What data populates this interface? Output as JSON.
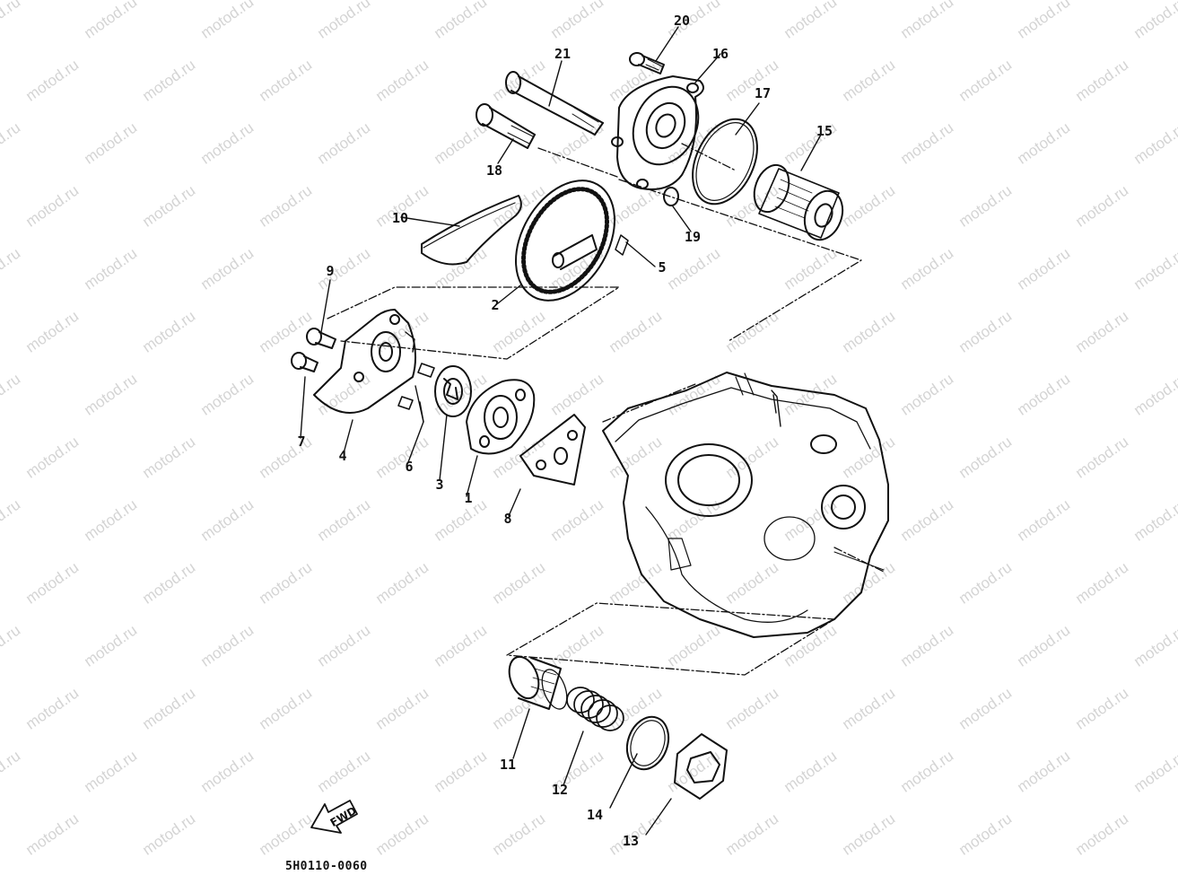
{
  "watermark": "motod.ru",
  "drawing_code": "5H0110-0060",
  "fwd_label": "FWD",
  "callouts": {
    "p1": "1",
    "p2": "2",
    "p3": "3",
    "p4": "4",
    "p5": "5",
    "p6": "6",
    "p7": "7",
    "p8": "8",
    "p9": "9",
    "p10": "10",
    "p11": "11",
    "p12": "12",
    "p13": "13",
    "p14": "14",
    "p15": "15",
    "p16": "16",
    "p17": "17",
    "p18": "18",
    "p19": "19",
    "p20": "20",
    "p21": "21"
  }
}
